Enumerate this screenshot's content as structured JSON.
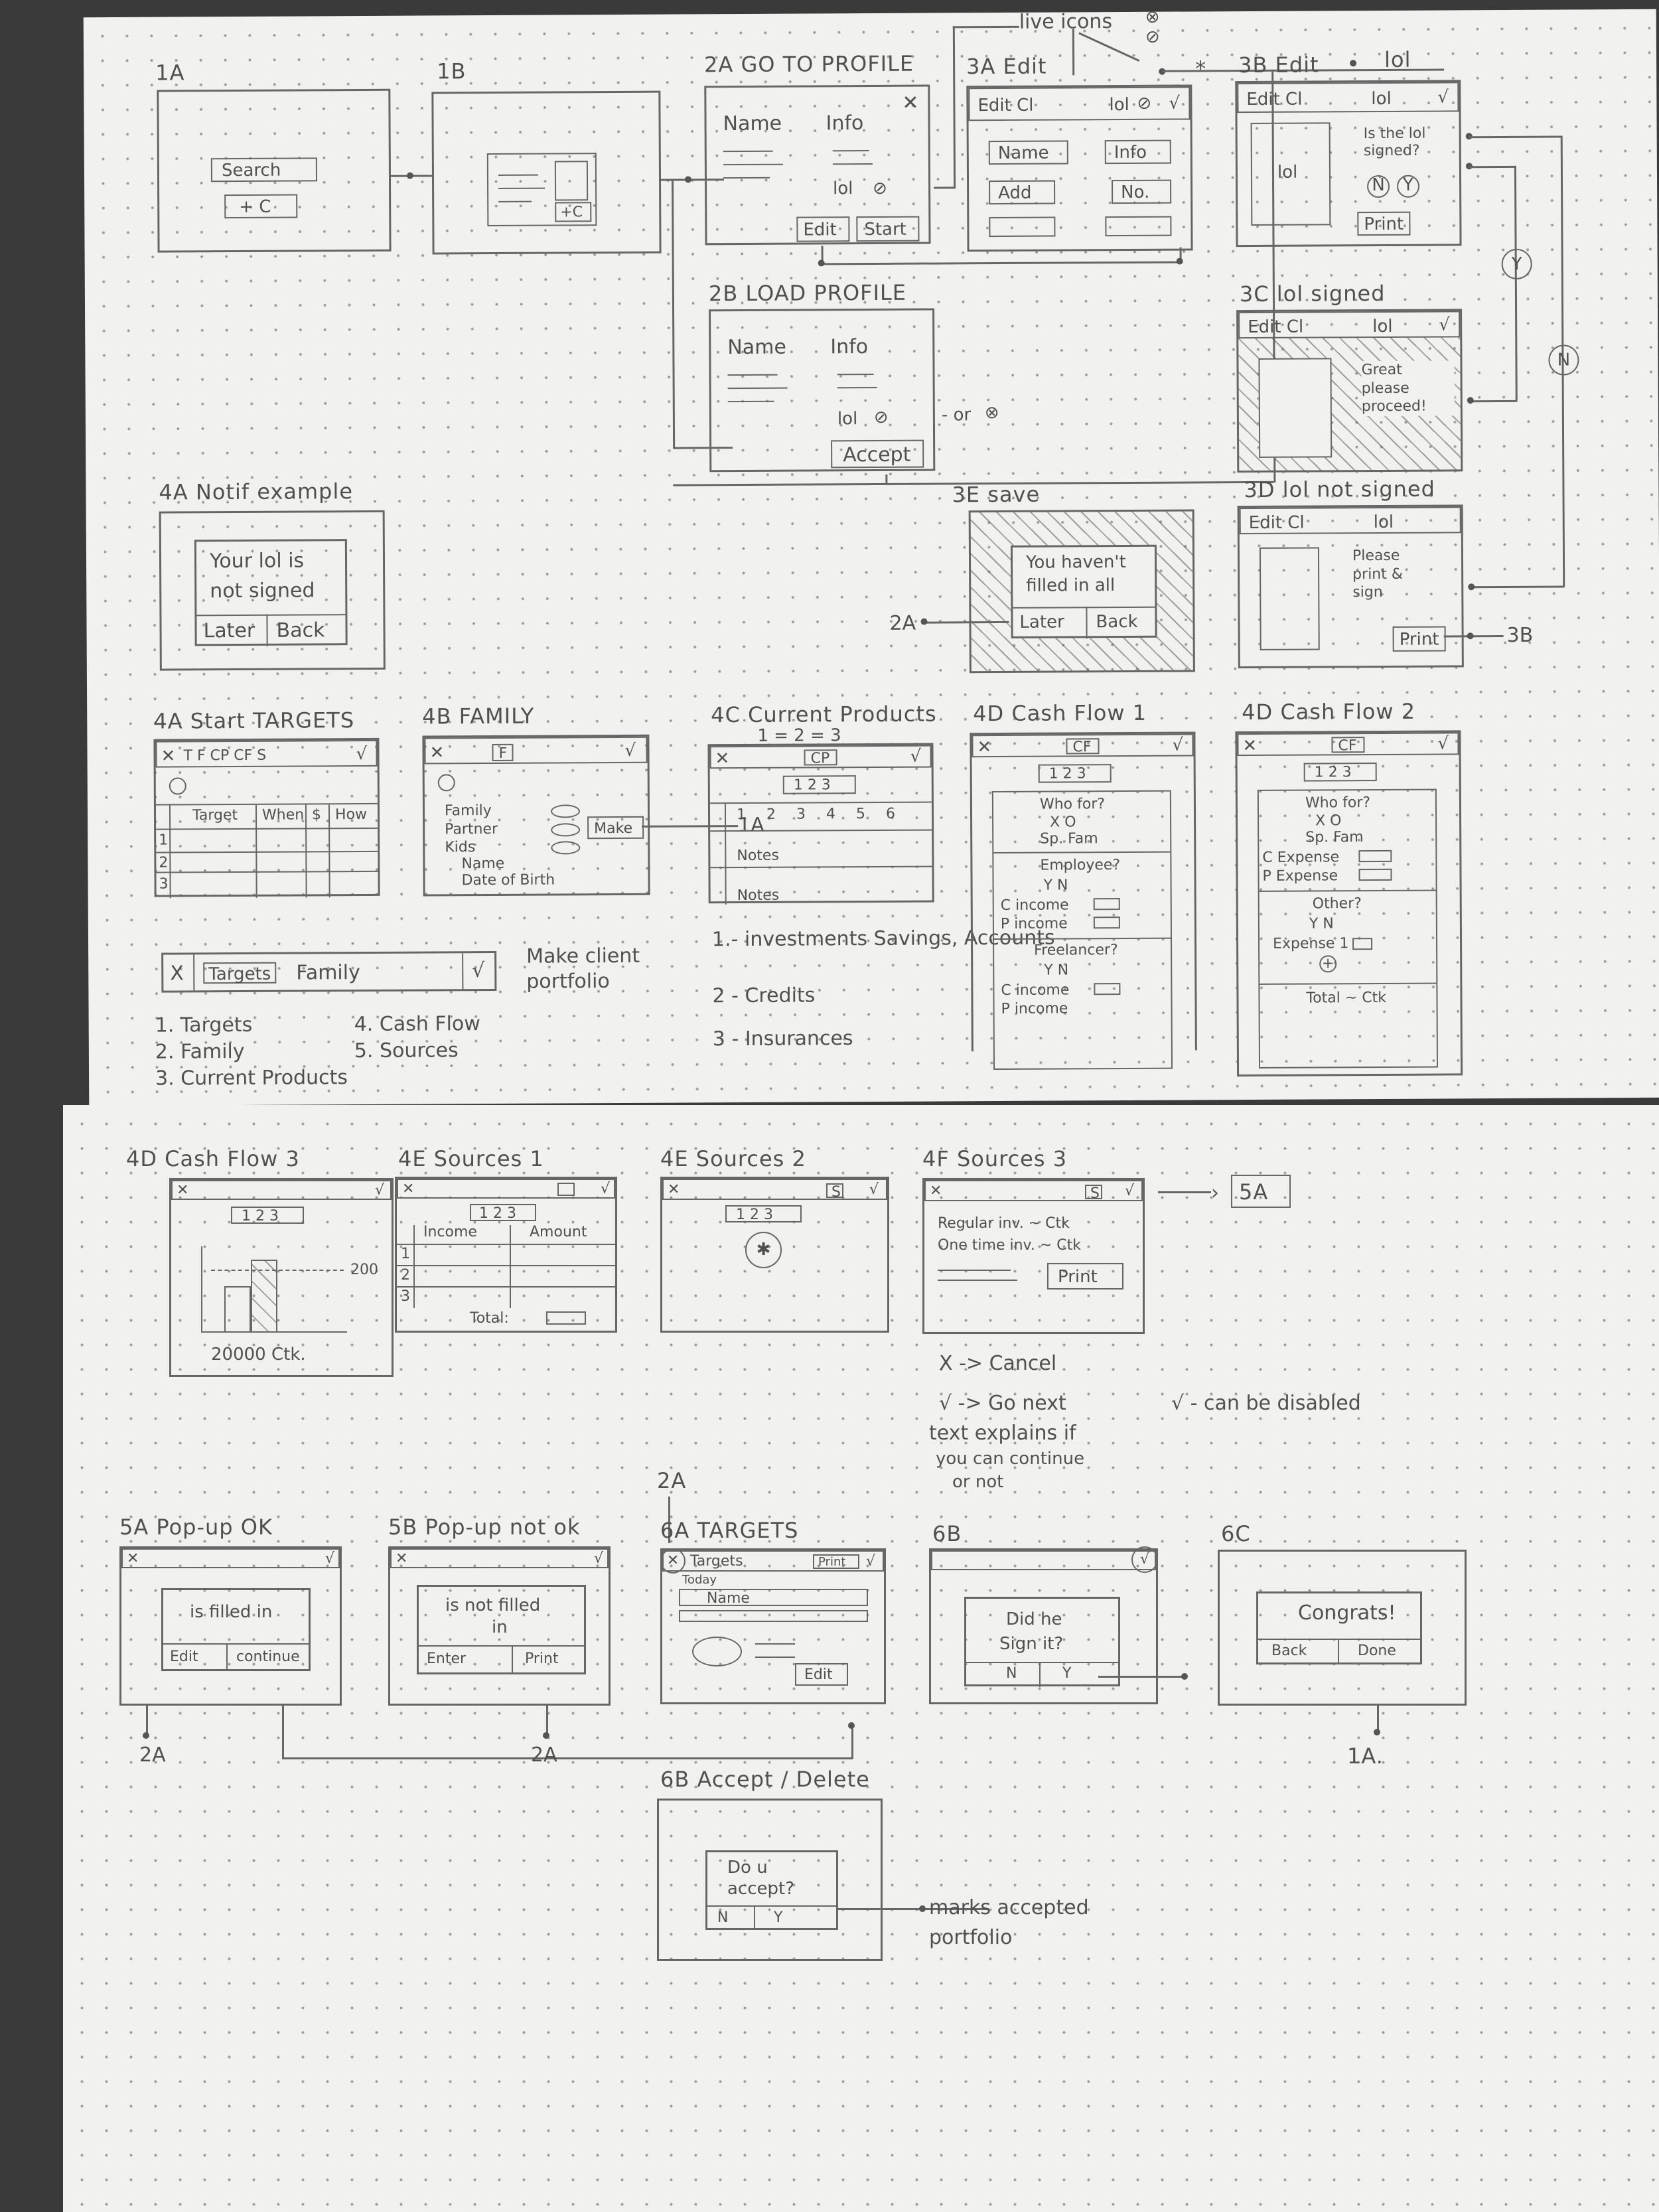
{
  "frames": {
    "f1a": {
      "title": "1A",
      "search": "Search",
      "plus_c": "+ C"
    },
    "f1b": {
      "title": "1B",
      "plus_c": "+C"
    },
    "f2a": {
      "title": "2A GO TO PROFILE",
      "name": "Name",
      "info": "Info",
      "lol": "lol",
      "edit": "Edit",
      "start": "Start"
    },
    "live_icons": "live icons",
    "f3a": {
      "title": "3A Edit",
      "tab": "Edit Cl",
      "lol": "lol",
      "name": "Name",
      "info": "Info",
      "add": "Add",
      "no": "No."
    },
    "f3b": {
      "title": "3B Edit",
      "lol_top": "lol",
      "tab": "Edit Cl",
      "lol": "lol",
      "question": "Is the lol signed?",
      "print": "Print"
    },
    "f2b": {
      "title": "2B LOAD PROFILE",
      "name": "Name",
      "info": "Info",
      "lol": "lol",
      "or": "- or",
      "accept": "Accept"
    },
    "f3c": {
      "title": "3C lol signed",
      "tab": "Edit Cl",
      "lol": "lol",
      "msg": "Great please proceed!"
    },
    "f4a_notif": {
      "title": "4A Notif example",
      "msg1": "Your lol is",
      "msg2": "not signed",
      "later": "Later",
      "back": "Back"
    },
    "f3e": {
      "title": "3E save",
      "msg1": "You haven't",
      "msg2": "filled in all",
      "later": "Later",
      "back": "Back",
      "ref": "2A"
    },
    "f3d": {
      "title": "3D lol not signed",
      "tab": "Edit Cl",
      "lol": "lol",
      "msg": "Please print & sign",
      "print": "Print",
      "ref": "3B"
    },
    "y_label": "Y",
    "n_label": "N",
    "f4a": {
      "title": "4A Start TARGETS",
      "tabs": "T F CP CF S",
      "cols": [
        "Target",
        "When",
        "$",
        "How"
      ],
      "rows": [
        "1",
        "2",
        "3"
      ]
    },
    "f4b": {
      "title": "4B FAMILY",
      "tab": "F",
      "rows": [
        "Family",
        "Partner",
        "Kids",
        "Name",
        "Date of Birth"
      ],
      "make": "Make",
      "ref": "1A",
      "note": "Make client portfolio"
    },
    "f4c": {
      "title": "4C Current Products",
      "subtitle": "1 = 2 = 3",
      "tab": "CP",
      "nums": "1 2 3",
      "cols": [
        "1",
        "2",
        "3",
        "4",
        "5",
        "6"
      ],
      "notes": "Notes",
      "list": [
        "1.- investments Savings, Accounts",
        "2 - Credits",
        "3 - Insurances"
      ]
    },
    "f4d1": {
      "title": "4D Cash Flow 1",
      "tab": "CF",
      "nums": "1 2 3",
      "who": "Who for?",
      "who_opts": "X  O",
      "who_sub": "Sp.  Fam",
      "employee": "Employee?",
      "yn": "Y   N",
      "cincome": "C income",
      "pincome": "P income",
      "freelancer": "Freelancer?",
      "yn2": "Y   N",
      "cincome2": "C income",
      "pincome2": "P income"
    },
    "f4d2": {
      "title": "4D Cash Flow 2",
      "tab": "CF",
      "nums": "1 2 3",
      "who": "Who for?",
      "who_opts": "X  O",
      "who_sub": "Sp.  Fam",
      "cexp": "C Expense",
      "pexp": "P Expense",
      "other": "Other?",
      "yn": "Y   N",
      "expense": "Expense 1",
      "total": "Total ~ Ctk"
    },
    "targets_bar": {
      "x": "X",
      "tab": "Targets",
      "label": "Family",
      "check": "√"
    },
    "legend_a": [
      "1. Targets",
      "2. Family",
      "3. Current Products"
    ],
    "legend_b": [
      "4. Cash Flow",
      "5. Sources"
    ],
    "f4d3": {
      "title": "4D Cash Flow 3",
      "nums": "1 2 3",
      "val": "20000 Ctk.",
      "side": "200"
    },
    "f4e1": {
      "title": "4E Sources 1",
      "nums": "1 2 3",
      "cols": [
        "Income",
        "Amount"
      ],
      "rows": [
        "1",
        "2",
        "3"
      ],
      "total": "Total:"
    },
    "f4e2": {
      "title": "4E Sources 2",
      "tab": "S",
      "nums": "1 2 3"
    },
    "f4f": {
      "title": "4F Sources 3",
      "tab": "S",
      "line1": "Regular inv. ~ Ctk",
      "line2": "One time inv. ~ Ctk",
      "print": "Print",
      "next": "5A"
    },
    "notes": {
      "x": "X -> Cancel",
      "v": "√ -> Go next",
      "disabled": "√ - can be disabled",
      "text1": "text explains if",
      "text2": "you can continue",
      "text3": "or not"
    },
    "f5a": {
      "title": "5A Pop-up OK",
      "msg": "is filled in",
      "edit": "Edit",
      "continue": "continue",
      "ref": "2A"
    },
    "f5b": {
      "title": "5B Pop-up not ok",
      "msg1": "is not filled",
      "msg2": "in",
      "enter": "Enter",
      "print": "Print",
      "ref": "2A"
    },
    "f6a": {
      "title": "6A TARGETS",
      "ref_top": "2A",
      "tab": "Targets",
      "print": "Print",
      "today": "Today",
      "name": "Name",
      "edit": "Edit"
    },
    "f6b": {
      "title": "6B",
      "msg1": "Did he",
      "msg2": "Sign it?",
      "n": "N",
      "y": "Y"
    },
    "f6c": {
      "title": "6C",
      "msg": "Congrats!",
      "back": "Back",
      "done": "Done",
      "ref": "1A."
    },
    "f6b2": {
      "title": "6B Accept / Delete",
      "msg1": "Do u",
      "msg2": "accept?",
      "n": "N",
      "y": "Y",
      "note1": "marks accepted",
      "note2": "portfolio"
    }
  }
}
